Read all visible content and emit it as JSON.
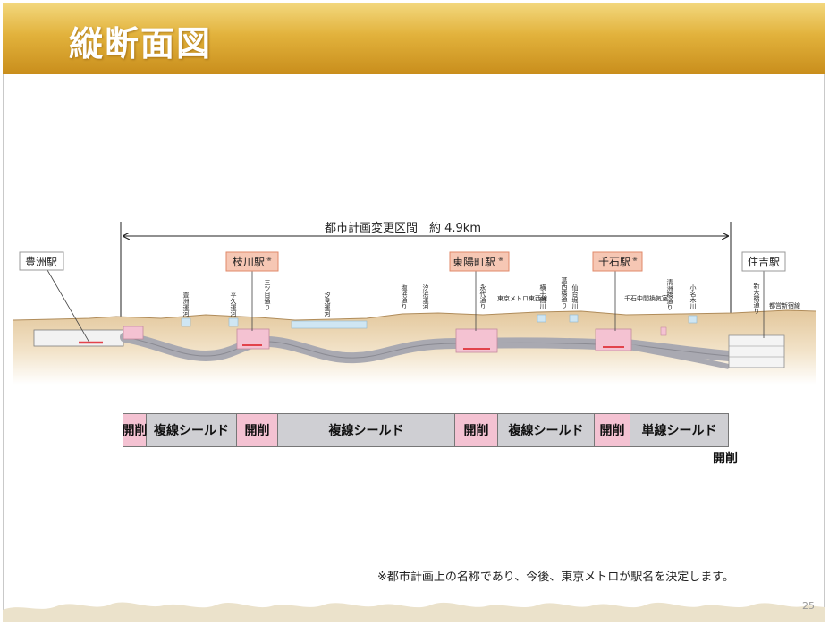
{
  "title": "縦断面図",
  "span": {
    "label": "都市計画変更区間　約 4.9km"
  },
  "stations": [
    {
      "id": "toyosu",
      "label": "豊洲駅",
      "highlight": false
    },
    {
      "id": "edagawa",
      "label": "枝川駅",
      "note": "※",
      "highlight": true
    },
    {
      "id": "toyocho",
      "label": "東陽町駅",
      "note": "※",
      "highlight": true
    },
    {
      "id": "sengoku",
      "label": "千石駅",
      "note": "※",
      "highlight": true
    },
    {
      "id": "sumiyoshi",
      "label": "住吉駅",
      "highlight": false
    }
  ],
  "landmarks": [
    {
      "id": "toyosu-canal",
      "text": "豊洲運河"
    },
    {
      "id": "heikyu-canal",
      "text": "平久運河"
    },
    {
      "id": "mitsume-dori",
      "text": "三ツ目通り"
    },
    {
      "id": "shiomi-canal",
      "text": "汐見運河"
    },
    {
      "id": "shiohama-dori",
      "text": "塩浜通り"
    },
    {
      "id": "shiohama-canal",
      "text": "汐浜運河"
    },
    {
      "id": "eitai-dori",
      "text": "永代通り"
    },
    {
      "id": "tozai-line",
      "text": "東京メトロ東西線"
    },
    {
      "id": "yokojukken-river",
      "text": "横十間川"
    },
    {
      "id": "katsushika-dori",
      "text": "葛西橋通り"
    },
    {
      "id": "sendaibori-river",
      "text": "仙台堀川"
    },
    {
      "id": "ventilation",
      "text": "千石中間換気室"
    },
    {
      "id": "kiyosumibashi-dori",
      "text": "清洲橋通り"
    },
    {
      "id": "onagi-river",
      "text": "小名木川"
    },
    {
      "id": "shin-ohashi-dori",
      "text": "新大橋通り"
    },
    {
      "id": "toei-shinjuku",
      "text": "都営新宿線"
    }
  ],
  "sections": [
    {
      "label": "開削",
      "type": "open"
    },
    {
      "label": "複線シールド",
      "type": "shield"
    },
    {
      "label": "開削",
      "type": "open"
    },
    {
      "label": "複線シールド",
      "type": "shield"
    },
    {
      "label": "開削",
      "type": "open"
    },
    {
      "label": "複線シールド",
      "type": "shield"
    },
    {
      "label": "開削",
      "type": "open"
    },
    {
      "label": "単線シールド",
      "type": "shield"
    }
  ],
  "end_section": {
    "label": "開削"
  },
  "footnote": "※都市計画上の名称であり、今後、東京メトロが駅名を決定します。",
  "page_number": "25",
  "colors": {
    "title_bar": "#d9a42e",
    "open_cut": "#f4c2d2",
    "shield": "#cfcfd3",
    "tunnel": "#a9a9b1",
    "ground": "#e9d3b0",
    "station_box_bg": "#f6c7b4",
    "water": "#cfe6f3"
  }
}
